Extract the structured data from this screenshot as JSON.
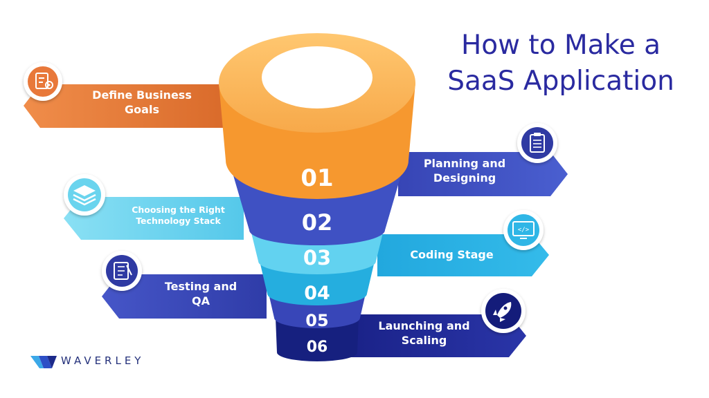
{
  "title": {
    "line1": "How to Make a",
    "line2": "SaaS Application"
  },
  "steps": [
    {
      "number": "01",
      "label_line1": "Define Business",
      "label_line2": "Goals",
      "icon": "goal-checklist-icon",
      "color": "#e8783a"
    },
    {
      "number": "02",
      "label_line1": "Planning and",
      "label_line2": "Designing",
      "icon": "clipboard-icon",
      "color": "#3f4fc0"
    },
    {
      "number": "03",
      "label_line1": "Choosing the Right",
      "label_line2": "Technology Stack",
      "icon": "layers-icon",
      "color": "#6ad4ee"
    },
    {
      "number": "04",
      "label_line1": "Coding Stage",
      "label_line2": "",
      "icon": "code-monitor-icon",
      "color": "#2fb6e6"
    },
    {
      "number": "05",
      "label_line1": "Testing and",
      "label_line2": "QA",
      "icon": "test-checklist-icon",
      "color": "#3a49b8"
    },
    {
      "number": "06",
      "label_line1": "Launching and",
      "label_line2": "Scaling",
      "icon": "rocket-icon",
      "color": "#1d2690"
    }
  ],
  "brand": {
    "name": "WAVERLEY",
    "icon": "waverley-logo-icon"
  }
}
